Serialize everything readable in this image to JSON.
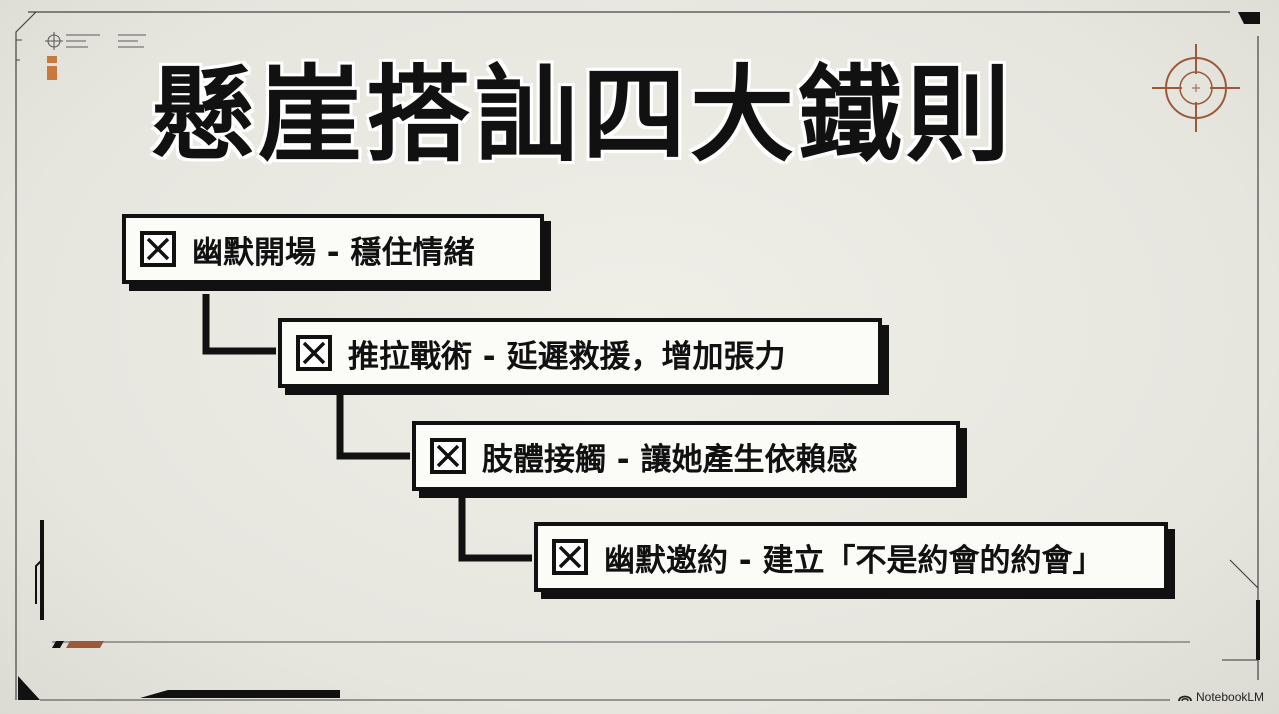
{
  "title": "懸崖搭訕四大鐵則",
  "steps": [
    {
      "label": "幽默開場 - 穩住情緒"
    },
    {
      "label": "推拉戰術 - 延遲救援，增加張力"
    },
    {
      "label": "肢體接觸 - 讓她產生依賴感"
    },
    {
      "label": "幽默邀約 - 建立「不是約會的約會」"
    }
  ],
  "icons": {
    "step_marker": "x-box-icon",
    "top_right": "crosshair-icon",
    "top_left": "crosshair-small-icon",
    "brand": "notebooklm-logo-icon"
  },
  "brand_label": "NotebookLM",
  "colors": {
    "background": "#e9e8e1",
    "ink": "#111111",
    "box_fill": "#fbfbf8",
    "accent": "#9a5a3a"
  }
}
